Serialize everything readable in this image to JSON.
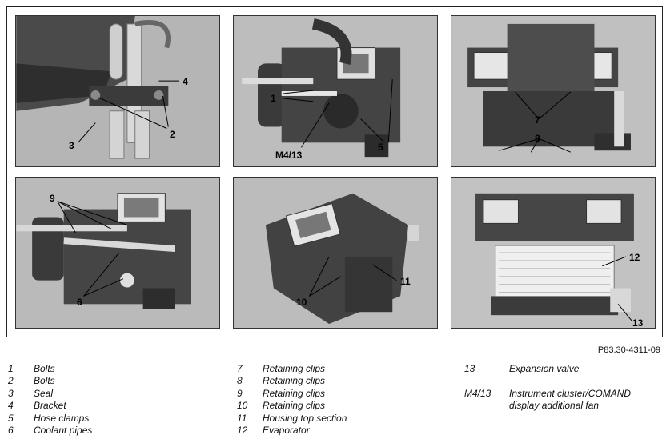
{
  "figure_code": "P83.30-4311-09",
  "callouts": {
    "p1": [
      "4",
      "2",
      "3"
    ],
    "p2": [
      "1",
      "M4/13",
      "5"
    ],
    "p3": [
      "7",
      "8"
    ],
    "p4": [
      "9",
      "6"
    ],
    "p5": [
      "10",
      "11"
    ],
    "p6": [
      "12",
      "13"
    ]
  },
  "legend": {
    "col1": [
      {
        "num": "1",
        "text": "Bolts"
      },
      {
        "num": "2",
        "text": "Bolts"
      },
      {
        "num": "3",
        "text": "Seal"
      },
      {
        "num": "4",
        "text": "Bracket"
      },
      {
        "num": "5",
        "text": "Hose clamps"
      },
      {
        "num": "6",
        "text": "Coolant pipes"
      }
    ],
    "col2": [
      {
        "num": "7",
        "text": "Retaining clips"
      },
      {
        "num": "8",
        "text": "Retaining clips"
      },
      {
        "num": "9",
        "text": "Retaining clips"
      },
      {
        "num": "10",
        "text": "Retaining clips"
      },
      {
        "num": "11",
        "text": "Housing top section"
      },
      {
        "num": "12",
        "text": "Evaporator"
      }
    ],
    "col3": [
      {
        "num": "13",
        "text": "Expansion valve"
      },
      {
        "num": "",
        "text": ""
      },
      {
        "num": "M4/13",
        "text": "Instrument cluster/COMAND"
      },
      {
        "num": "",
        "text": "display additional fan"
      }
    ]
  }
}
